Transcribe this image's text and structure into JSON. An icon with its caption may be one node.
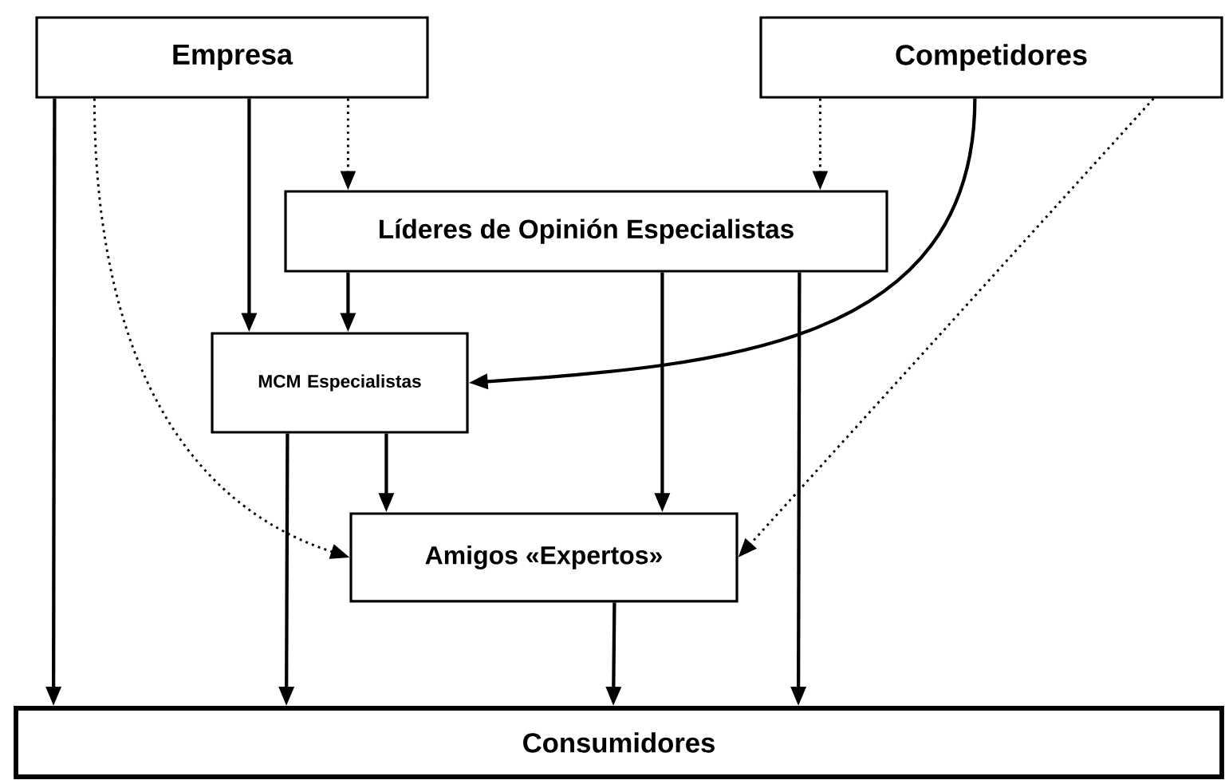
{
  "diagram": {
    "nodes": [
      {
        "text": [
          "Empresa"
        ]
      },
      {
        "text": [
          "Competidores"
        ]
      },
      {
        "text": [
          "Líderes de Opinión Especialistas"
        ]
      },
      {
        "text": [
          "MCM Especialistas"
        ]
      },
      {
        "text": [
          "Amigos «Expertos»"
        ]
      },
      {
        "text": [
          "Consumidores"
        ]
      }
    ],
    "edges": [
      {
        "from": 0,
        "to": 5,
        "arrow": "to"
      },
      {
        "from": 0,
        "to": 4,
        "arrow": "to",
        "style": "dashed"
      },
      {
        "from": 0,
        "to": 3,
        "arrow": "to"
      },
      {
        "from": 0,
        "to": 2,
        "arrow": "to",
        "style": "dashed"
      },
      {
        "from": 1,
        "to": 2,
        "arrow": "to",
        "style": "dashed"
      },
      {
        "from": 1,
        "to": 3,
        "arrow": "to"
      },
      {
        "from": 1,
        "to": 4,
        "arrow": "to",
        "style": "dashed"
      },
      {
        "from": 2,
        "to": 3,
        "arrow": "to"
      },
      {
        "from": 2,
        "to": 4,
        "arrow": "to"
      },
      {
        "from": 2,
        "to": 5,
        "arrow": "to"
      },
      {
        "from": 3,
        "to": 4,
        "arrow": "to"
      },
      {
        "from": 3,
        "to": 5,
        "arrow": "to"
      },
      {
        "from": 4,
        "to": 5,
        "arrow": "to"
      }
    ]
  }
}
